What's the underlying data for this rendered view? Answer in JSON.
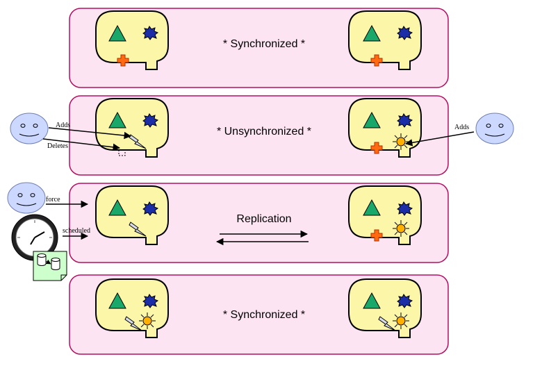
{
  "panels": [
    {
      "title": "* Synchronized *"
    },
    {
      "title": "* Unsynchronized *"
    },
    {
      "title": "Replication"
    },
    {
      "title": "* Synchronized *"
    }
  ],
  "labels": {
    "adds_left": "Adds",
    "deletes": "Deletes",
    "adds_right": "Adds",
    "force": "force",
    "scheduled": "scheduled"
  },
  "colors": {
    "panel_fill": "#fde4f2",
    "panel_stroke": "#b01060",
    "bubble_fill": "#fcf6a8",
    "triangle": "#1aa86a",
    "star": "#1b2ea8",
    "cross": "#ff6a10",
    "sun": "#ffb000",
    "face": "#ccd8ff",
    "document": "#ccffcc"
  },
  "icons": [
    "triangle-icon",
    "star-burst-icon",
    "cross-icon",
    "lightning-icon",
    "sun-icon",
    "face-icon",
    "clock-icon",
    "database-document-icon"
  ]
}
